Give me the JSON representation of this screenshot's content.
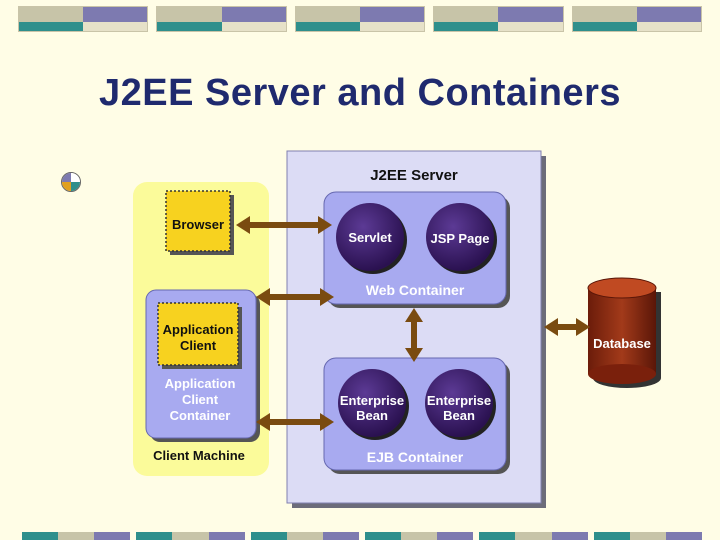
{
  "slide": {
    "title": "J2EE Server and Containers"
  },
  "diagram": {
    "server_label": "J2EE Server",
    "client_machine_label": "Client Machine",
    "browser_label": "Browser",
    "app_client_line1": "Application",
    "app_client_line2": "Client",
    "app_container_line1": "Application",
    "app_container_line2": "Client",
    "app_container_line3": "Container",
    "web_container_label": "Web Container",
    "servlet_label": "Servlet",
    "jsp_label": "JSP Page",
    "ejb_container_label": "EJB Container",
    "bean1_line1": "Enterprise",
    "bean1_line2": "Bean",
    "bean2_line1": "Enterprise",
    "bean2_line2": "Bean",
    "database_label": "Database"
  },
  "colors": {
    "title": "#1f2a6e",
    "server_bg": "#dcdcf5",
    "client_bg": "#fbfb9a",
    "container_bg": "#a8aaf0",
    "component": "#3c1d6b",
    "browser": "#f7d21f",
    "database": "#8b2a12",
    "arrow": "#7a4b10"
  }
}
